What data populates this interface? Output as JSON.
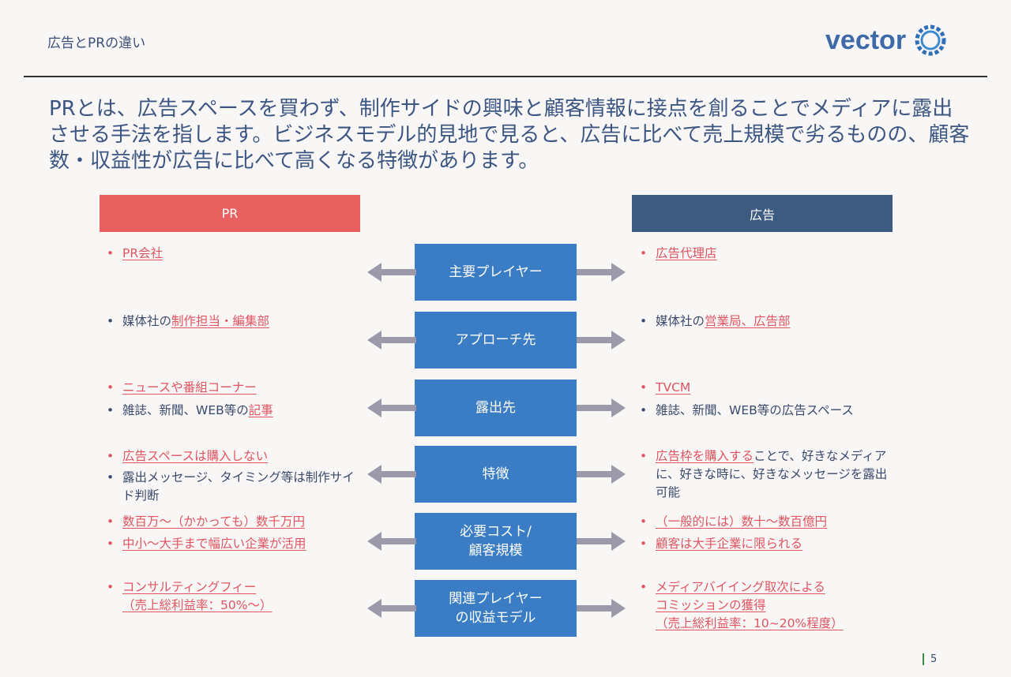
{
  "header": {
    "title": "広告とPRの違い",
    "logo": "vector"
  },
  "lead": "PRとは、広告スペースを買わず、制作サイドの興味と顧客情報に接点を創ることでメディアに露出させる手法を指します。ビジネスモデル的見地で見ると、広告に比べて売上規模で劣るものの、顧客数・収益性が広告に比べて高くなる特徴があります。",
  "columns": {
    "pr": "PR",
    "ad": "広告"
  },
  "colors": {
    "pr": "#e8605f",
    "ad": "#3d5a80",
    "box": "#3b7dc4",
    "highlight": "#e05560"
  },
  "rows": [
    {
      "label": "主要プレイヤー",
      "pr": [
        {
          "bullet": "red",
          "segs": [
            {
              "t": "PR会社",
              "hl": true
            }
          ]
        }
      ],
      "ad": [
        {
          "bullet": "red",
          "segs": [
            {
              "t": "広告代理店",
              "hl": true
            }
          ]
        }
      ]
    },
    {
      "label": "アプローチ先",
      "pr": [
        {
          "bullet": "dark",
          "segs": [
            {
              "t": "媒体社の",
              "hl": false
            },
            {
              "t": "制作担当・編集部",
              "hl": true
            }
          ]
        }
      ],
      "ad": [
        {
          "bullet": "dark",
          "segs": [
            {
              "t": "媒体社の",
              "hl": false
            },
            {
              "t": "営業局、広告部",
              "hl": true
            }
          ]
        }
      ]
    },
    {
      "label": "露出先",
      "pr": [
        {
          "bullet": "red",
          "segs": [
            {
              "t": "ニュースや番組コーナー",
              "hl": true
            }
          ]
        },
        {
          "bullet": "dark",
          "segs": [
            {
              "t": "雑誌、新聞、WEB等の",
              "hl": false
            },
            {
              "t": "記事",
              "hl": true
            }
          ]
        }
      ],
      "ad": [
        {
          "bullet": "red",
          "segs": [
            {
              "t": "TVCM",
              "hl": true
            }
          ]
        },
        {
          "bullet": "dark",
          "segs": [
            {
              "t": "雑誌、新聞、WEB等の広告スペース",
              "hl": false
            }
          ]
        }
      ]
    },
    {
      "label": "特徴",
      "pr": [
        {
          "bullet": "red",
          "segs": [
            {
              "t": "広告スペースは購入しない",
              "hl": true
            }
          ]
        },
        {
          "bullet": "dark",
          "segs": [
            {
              "t": "露出メッセージ、タイミング等は制作サイド判断",
              "hl": false
            }
          ]
        }
      ],
      "ad": [
        {
          "bullet": "red",
          "segs": [
            {
              "t": "広告枠を購入する",
              "hl": true
            },
            {
              "t": "ことで、好きなメディアに、好きな時に、好きなメッセージを露出可能",
              "hl": false
            }
          ]
        }
      ]
    },
    {
      "label": "必要コスト/\n顧客規模",
      "pr": [
        {
          "bullet": "red",
          "segs": [
            {
              "t": "数百万～（かかっても）数千万円",
              "hl": true
            }
          ]
        },
        {
          "bullet": "red",
          "segs": [
            {
              "t": "中小～大手まで幅広い企業が活用",
              "hl": true
            }
          ]
        }
      ],
      "ad": [
        {
          "bullet": "red",
          "segs": [
            {
              "t": "（一般的には）数十～数百億円",
              "hl": true
            }
          ]
        },
        {
          "bullet": "red",
          "segs": [
            {
              "t": "顧客は大手企業に限られる",
              "hl": true
            }
          ]
        }
      ]
    },
    {
      "label": "関連プレイヤー\nの収益モデル",
      "pr": [
        {
          "bullet": "red",
          "segs": [
            {
              "t": "コンサルティングフィー\n（売上総利益率：50%～）",
              "hl": true
            }
          ]
        }
      ],
      "ad": [
        {
          "bullet": "red",
          "segs": [
            {
              "t": "メディアバイイング取次による\nコミッションの獲得\n（売上総利益率：10~20%程度）",
              "hl": true
            }
          ]
        }
      ]
    }
  ],
  "page_number": "5"
}
